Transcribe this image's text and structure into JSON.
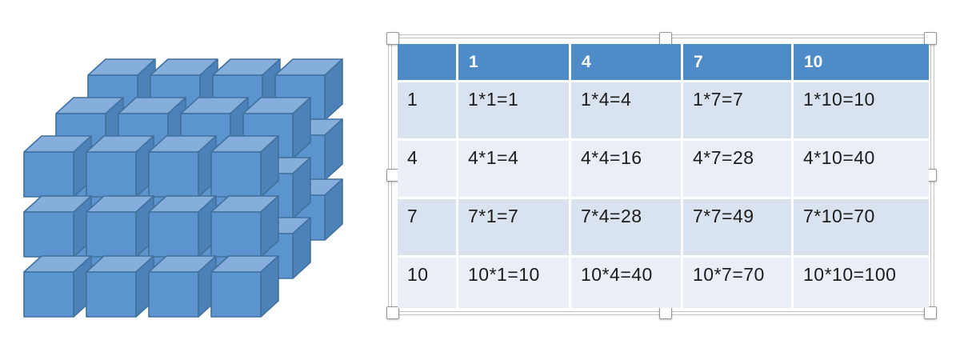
{
  "canvas": {
    "background": "#ffffff"
  },
  "cubes_figure": {
    "description": "isometric stack of blue cubes",
    "columns": 4,
    "rows": 3,
    "depth_layers": 3,
    "colors": {
      "front": "#5B94CE",
      "top": "#85AEDC",
      "side": "#4D82B9",
      "stroke": "#41719C"
    }
  },
  "table": {
    "selected": true,
    "header_bg": "#4E8BC7",
    "band_dark": "#D9E2EF",
    "band_light": "#EAEEF6",
    "text_color": "#1c1c1c",
    "columns": [
      "",
      "1",
      "4",
      "7",
      "10"
    ],
    "rows": [
      {
        "label": "1",
        "cells": [
          "1*1=1",
          "1*4=4",
          "1*7=7",
          "1*10=10"
        ]
      },
      {
        "label": "4",
        "cells": [
          "4*1=4",
          "4*4=16",
          "4*7=28",
          "4*10=40"
        ]
      },
      {
        "label": "7",
        "cells": [
          "7*1=7",
          "7*4=28",
          "7*7=49",
          "7*10=70"
        ]
      },
      {
        "label": "10",
        "cells": [
          "10*1=10",
          "10*4=40",
          "10*7=70",
          "10*10=100"
        ]
      }
    ]
  }
}
